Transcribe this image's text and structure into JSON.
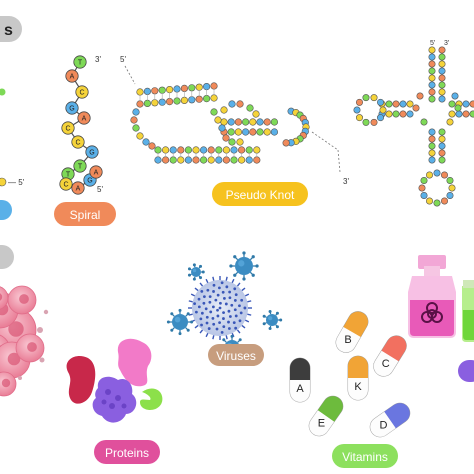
{
  "top_badge": {
    "text": "s",
    "color": "#c8c8c8"
  },
  "primes": {
    "spiral_three": "3'",
    "spiral_five": "5'",
    "left_five": "— 5'",
    "pk_five": "5'",
    "pk_three": "3'",
    "clover_three": "3'",
    "clover_five": "5'"
  },
  "labels": {
    "spiral": {
      "text": "Spiral",
      "color": "#f08a5a"
    },
    "pseudo_knot": {
      "text": "Pseudo Knot",
      "color": "#f6c21e"
    },
    "viruses": {
      "text": "Viruses",
      "color": "#c79d7e"
    },
    "proteins": {
      "text": "Proteins",
      "color": "#e0509c"
    },
    "vitamins": {
      "text": "Vitamins",
      "color": "#8de05e"
    }
  },
  "spiral_letters": [
    "T",
    "A",
    "C",
    "G",
    "A",
    "C",
    "C",
    "G",
    "T",
    "T",
    "C",
    "A",
    "G",
    "A"
  ],
  "capsules": [
    {
      "letter": "B",
      "color": "#f1a436"
    },
    {
      "letter": "C",
      "color": "#f27060"
    },
    {
      "letter": "A",
      "color": "#3d3d3d"
    },
    {
      "letter": "K",
      "color": "#f1a436"
    },
    {
      "letter": "E",
      "color": "#6dbb3d"
    },
    {
      "letter": "D",
      "color": "#6a76e0"
    }
  ],
  "nucleotide_colors": [
    "#f5d33a",
    "#5ab0e8",
    "#f08a5a",
    "#7ed957"
  ]
}
